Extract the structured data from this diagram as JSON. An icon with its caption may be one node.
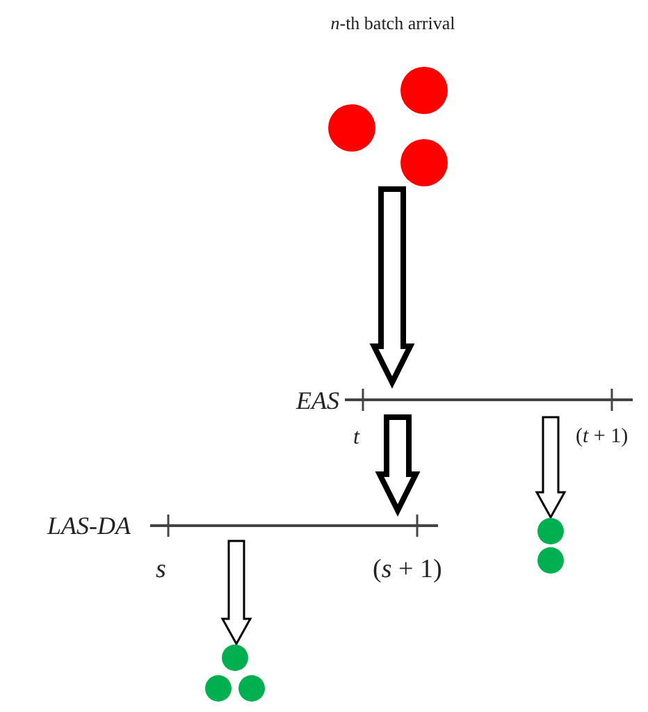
{
  "diagram": {
    "nodes": [
      {
        "text": [
          "*n*-th batch arrival"
        ]
      },
      {
        "text": [
          "EAS"
        ]
      },
      {
        "text": [
          "LAS-DA"
        ]
      },
      {
        "text": [],
        "shape": "circle"
      },
      {
        "text": [],
        "shape": "circle"
      }
    ],
    "edges": [
      {
        "from": 0,
        "to": 1,
        "arrow": "to",
        "style": "thick"
      },
      {
        "from": 1,
        "to": 2,
        "arrow": "to",
        "style": "thick"
      },
      {
        "from": 1,
        "to": 3,
        "arrow": "to"
      },
      {
        "from": 2,
        "to": 4,
        "arrow": "to"
      }
    ],
    "labels": [
      "*t*",
      "(*t* + 1)",
      "*s*",
      "(*s* + 1)"
    ]
  }
}
